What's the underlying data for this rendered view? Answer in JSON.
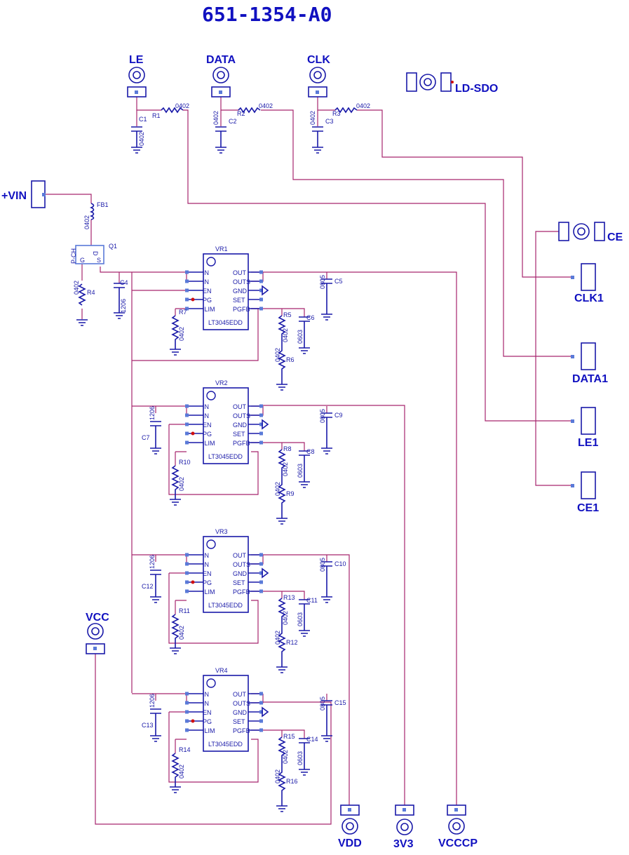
{
  "title": "651-1354-A0",
  "connectors": {
    "le": "LE",
    "data": "DATA",
    "clk": "CLK",
    "ld_sdo": "LD-SDO",
    "vin": "+VIN",
    "ce": "CE",
    "clk1": "CLK1",
    "data1": "DATA1",
    "le1": "LE1",
    "ce1": "CE1",
    "vcc": "VCC",
    "vdd": "VDD",
    "v3v3": "3V3",
    "vcccp": "VCCCP"
  },
  "parts": {
    "r1": "R1",
    "r2": "R2",
    "r3": "R3",
    "c1": "C1",
    "c2": "C2",
    "c3": "C3",
    "fb1": "FB1",
    "q1": "Q1",
    "r4": "R4",
    "c4": "C4",
    "pkg0402": "0402",
    "pkg1206": "1206",
    "pkg0805": "0805",
    "pkg0603": "0603",
    "pch": "P-CH",
    "g": "G",
    "d": "D",
    "s": "S"
  },
  "regulators": [
    {
      "ref": "VR1",
      "part": "LT3045EDD",
      "c_in": "C4",
      "c_out": "C5",
      "r_ilim": "R7",
      "r_set1": "R5",
      "c_set": "C6",
      "r_set2": "R6"
    },
    {
      "ref": "VR2",
      "part": "LT3045EDD",
      "c_in": "C7",
      "c_out": "C9",
      "r_ilim": "R10",
      "r_set1": "R8",
      "c_set": "C8",
      "r_set2": "R9"
    },
    {
      "ref": "VR3",
      "part": "LT3045EDD",
      "c_in": "C12",
      "c_out": "C10",
      "r_ilim": "R11",
      "r_set1": "R13",
      "c_set": "C11",
      "r_set2": "R12"
    },
    {
      "ref": "VR4",
      "part": "LT3045EDD",
      "c_in": "C13",
      "c_out": "C15",
      "r_ilim": "R14",
      "r_set1": "R15",
      "c_set": "C14",
      "r_set2": "R16"
    }
  ],
  "pins": {
    "in": "IN",
    "en": "EN",
    "pg": "PG",
    "ilim": "ILIM",
    "out": "OUT",
    "outs": "OUTS",
    "gnd": "GND",
    "set": "SET",
    "pgfb": "PGFB"
  }
}
